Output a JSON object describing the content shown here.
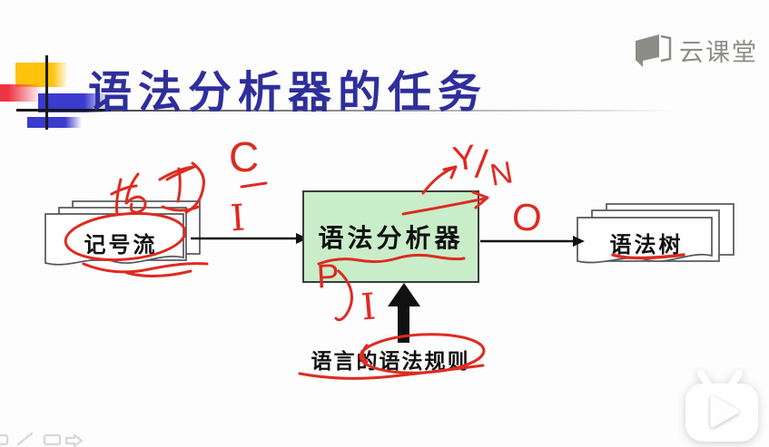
{
  "slide": {
    "title": "语法分析器的任务",
    "diagram": {
      "input_label": "记号流",
      "parser_label": "语法分析器",
      "output_label": "语法树",
      "rules_label": "语言的语法规则"
    },
    "handwritten": {
      "c": "C",
      "i_input": "I",
      "y": "Y",
      "slash": "/",
      "n": "N",
      "o": "O",
      "p": "P",
      "i_rules": "I"
    },
    "colors": {
      "title_blue": "#2e2e9d",
      "parser_fill": "#c9edc8",
      "pen_red": "#de2b22",
      "accent_yellow": "#ffc30b",
      "accent_blue": "#3b3bd0",
      "accent_red": "#ee3344",
      "logo_gray": "#8d8d88"
    }
  },
  "watermark": {
    "brand": "云课堂"
  },
  "icons": {
    "watermark_logo": "book-speech-bubble",
    "play_overlay": "tv-play",
    "ghost_toolbar": [
      "pen",
      "line",
      "rectangle",
      "arrow-right"
    ]
  }
}
